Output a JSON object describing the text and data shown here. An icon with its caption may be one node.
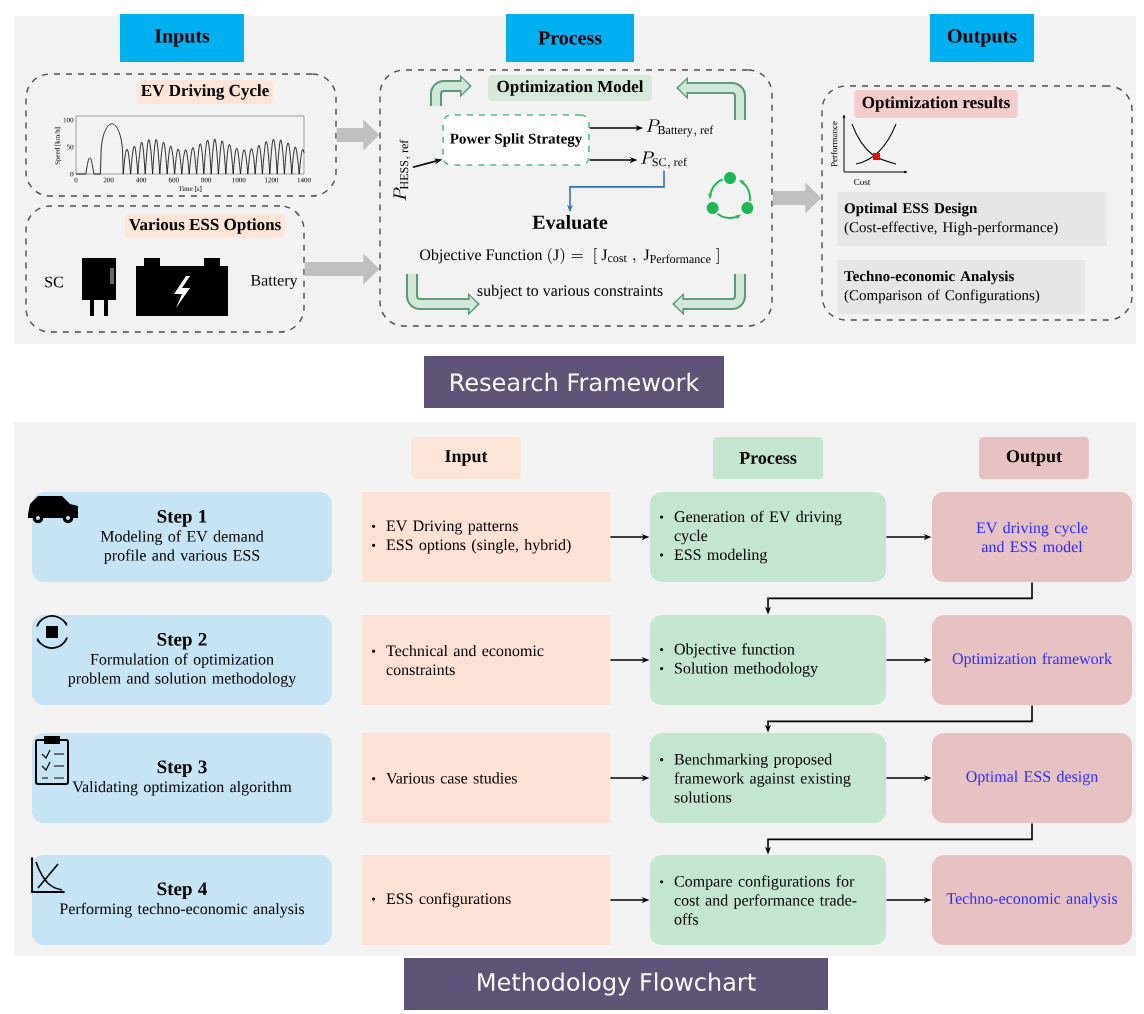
{
  "diagram": {
    "nodes": [
      {
        "text": [
          "Inputs"
        ]
      },
      {
        "text": [
          "Process"
        ]
      },
      {
        "text": [
          "Outputs"
        ]
      },
      {
        "text": [
          "EV Driving Cycle"
        ]
      },
      {
        "text": [
          "Various ESS Options"
        ]
      },
      {
        "text": [],
        "shape": "box"
      },
      {
        "text": [
          "Optimization Model"
        ],
        "in": 5
      },
      {
        "text": [
          "Power Split Strategy"
        ],
        "in": 5
      },
      {
        "text": [
          "P_{\\mathrm{HESS,\\,ref}}"
        ],
        "in": 5
      },
      {
        "text": [
          "P_{\\mathrm{Battery,\\,ref}}"
        ],
        "in": 5
      },
      {
        "text": [
          "P_{\\mathrm{SC,\\,ref}}"
        ],
        "in": 5
      },
      {
        "text": [
          "Evaluate"
        ],
        "in": 5
      },
      {
        "text": [],
        "shape": "box"
      },
      {
        "text": [
          "Optimization results"
        ],
        "in": 12
      },
      {
        "text": [
          "Optimal ESS Design",
          "(Cost-effective, High-performance)"
        ],
        "in": 12
      },
      {
        "text": [
          "Techno-economic Analysis",
          "(Comparison of Configurations)"
        ],
        "in": 12
      },
      {
        "text": [
          "Research Framework"
        ]
      },
      {
        "text": [
          "Input"
        ]
      },
      {
        "text": [
          "Process"
        ]
      },
      {
        "text": [
          "Output"
        ]
      },
      {
        "text": [
          "Step 1",
          "Modeling of EV demand profile and various ESS"
        ]
      },
      {
        "text": [
          "EV Driving patterns",
          "ESS options (single, hybrid)"
        ]
      },
      {
        "text": [
          "Generation of EV driving cycle",
          "ESS modeling"
        ]
      },
      {
        "text": [
          "EV driving cycle and ESS model"
        ]
      },
      {
        "text": [
          "Step 2",
          "Formulation of optimization problem and solution methodology"
        ]
      },
      {
        "text": [
          "Technical and economic constraints"
        ]
      },
      {
        "text": [
          "Objective function",
          "Solution methodology"
        ]
      },
      {
        "text": [
          "Optimization framework"
        ]
      },
      {
        "text": [
          "Step 3",
          "Validating optimization algorithm"
        ]
      },
      {
        "text": [
          "Various case studies"
        ]
      },
      {
        "text": [
          "Benchmarking proposed framework against existing solutions"
        ]
      },
      {
        "text": [
          "Optimal ESS design"
        ]
      },
      {
        "text": [
          "Step 4",
          "Performing techno-economic analysis"
        ]
      },
      {
        "text": [
          "ESS configurations"
        ]
      },
      {
        "text": [
          "Compare configurations for cost and performance trade-offs"
        ]
      },
      {
        "text": [
          "Techno-economic analysis"
        ]
      },
      {
        "text": [
          "Methodology Flowchart"
        ]
      }
    ],
    "edges": [
      {
        "from": 3,
        "to": 5,
        "arrow": "to",
        "style": "thick",
        "color": "#bfbfbf"
      },
      {
        "from": 4,
        "to": 5,
        "arrow": "to",
        "style": "thick",
        "color": "#bfbfbf"
      },
      {
        "from": 5,
        "to": 12,
        "arrow": "to",
        "style": "thick",
        "color": "#bfbfbf"
      },
      {
        "from": 8,
        "to": 7,
        "arrow": "to"
      },
      {
        "from": 7,
        "to": 9,
        "arrow": "to"
      },
      {
        "from": 7,
        "to": 10,
        "arrow": "to"
      },
      {
        "from": 10,
        "to": 11,
        "arrow": "to",
        "color": "#2e75b6"
      },
      {
        "from": 21,
        "to": 22,
        "arrow": "to"
      },
      {
        "from": 22,
        "to": 23,
        "arrow": "to"
      },
      {
        "from": 23,
        "to": 26,
        "arrow": "to"
      },
      {
        "from": 25,
        "to": 26,
        "arrow": "to"
      },
      {
        "from": 26,
        "to": 27,
        "arrow": "to"
      },
      {
        "from": 27,
        "to": 30,
        "arrow": "to"
      },
      {
        "from": 29,
        "to": 30,
        "arrow": "to"
      },
      {
        "from": 30,
        "to": 31,
        "arrow": "to"
      },
      {
        "from": 31,
        "to": 34,
        "arrow": "to"
      },
      {
        "from": 33,
        "to": 34,
        "arrow": "to"
      },
      {
        "from": 34,
        "to": 35,
        "arrow": "to"
      }
    ],
    "labels": [
      "100",
      "50",
      "0",
      "0",
      "200",
      "400",
      "600",
      "800",
      "1000",
      "1200",
      "1400",
      "Time [s]",
      "Speed [km/h]",
      "SC",
      "Battery",
      "\\mathrm{Objective\\ Function\\ (J)=\\ [\\ J_{cost}\\ ,\\ J_{Performance}\\ ]}",
      "subject to various constraints",
      "Performance",
      "Cost"
    ]
  }
}
